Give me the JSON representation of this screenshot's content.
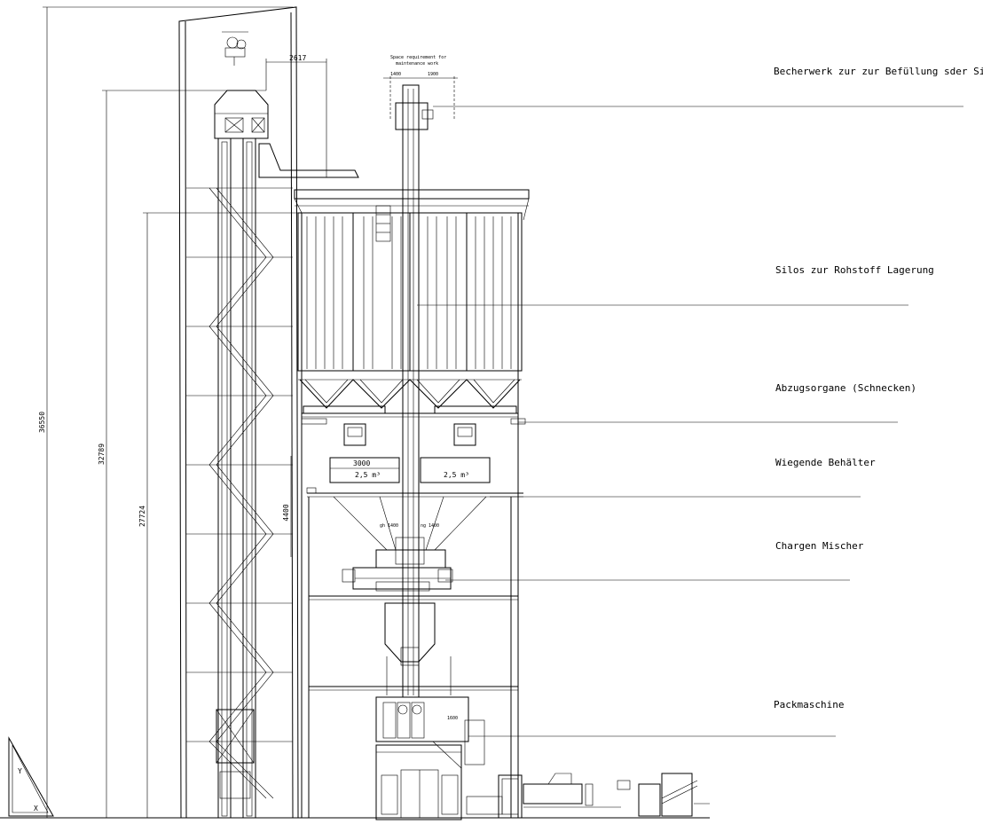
{
  "labels": {
    "elevator": "Becherwerk zur zur Befüllung sder Silos",
    "silos": "Silos zur Rohstoff Lagerung",
    "discharge": "Abzugsorgane (Schnecken)",
    "weighing": "Wiegende Behälter",
    "mixer": "Chargen Mischer",
    "packer": "Packmaschine"
  },
  "dimensions": {
    "total_height": "36550",
    "elevator_height": "32789",
    "silo_height": "27724",
    "offset": "2617",
    "weigh_width": "3000",
    "weigh_gap": "4400",
    "volume_left": "2,5 m³",
    "volume_right": "2,5 m³",
    "service_left": "1400",
    "service_right": "1900",
    "mixer_left": "gh 1400",
    "mixer_right": "ng 1400",
    "pack_dim": "1600"
  },
  "notes": {
    "maintenance": "Space requirement for",
    "maintenance2": "maintenance work"
  }
}
